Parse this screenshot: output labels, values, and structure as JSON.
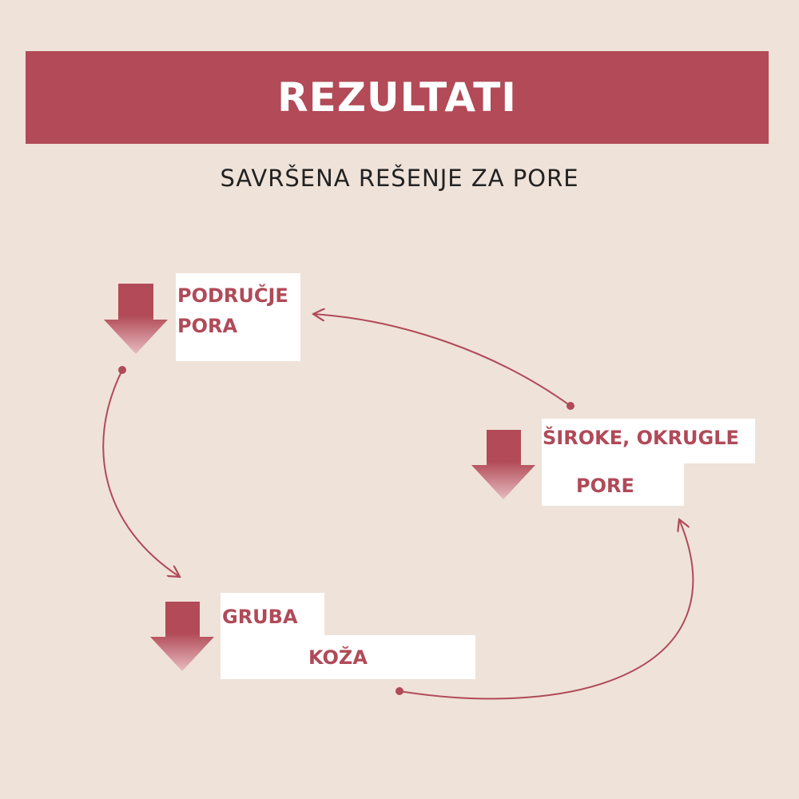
{
  "header": {
    "title": "REZULTATI",
    "subtitle": "SAVRŠENA REŠENJE ZA PORE"
  },
  "steps": [
    {
      "line1": "PODRUČJE",
      "line2": "PORA"
    },
    {
      "line1": "ŠIROKE, OKRUGLE",
      "line2": "PORE"
    },
    {
      "line1": "GRUBA",
      "line2": "KOŽA"
    }
  ],
  "colors": {
    "background": "#efe2d9",
    "accent": "#b24a57",
    "text": "#b04a58"
  }
}
